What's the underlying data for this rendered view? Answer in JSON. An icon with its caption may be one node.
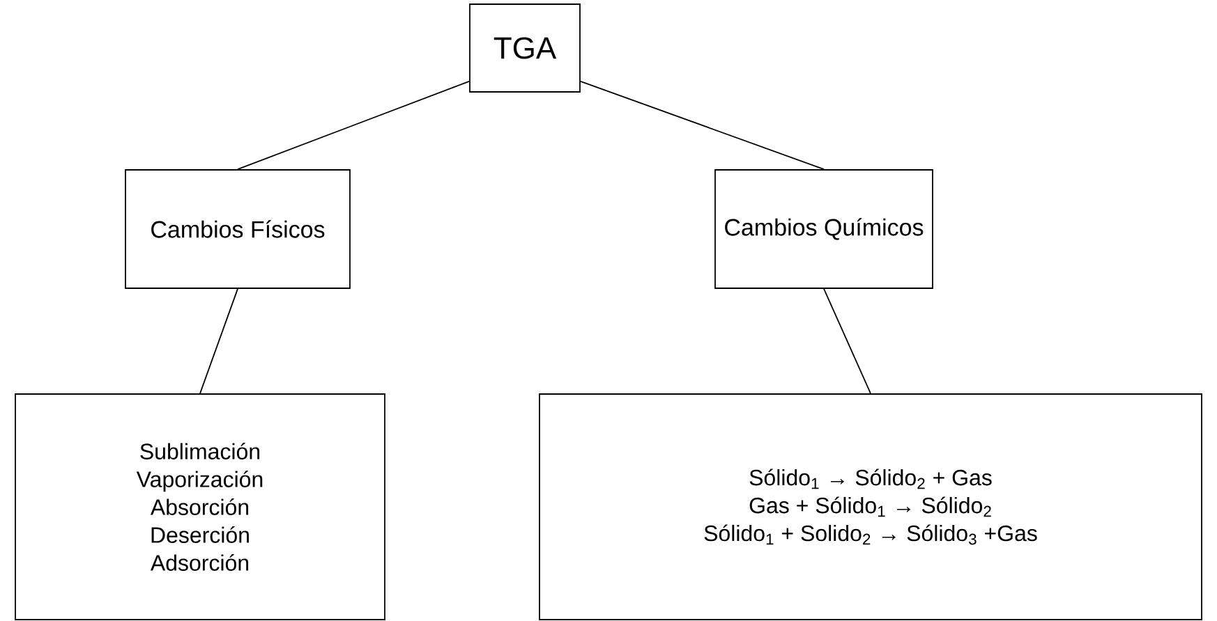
{
  "diagram": {
    "nodes": [
      {
        "text": [
          "TGA"
        ]
      },
      {
        "text": [
          "Cambios Físicos"
        ]
      },
      {
        "text": [
          "Cambios Químicos"
        ]
      },
      {
        "text": [
          "Sublimación",
          "Vaporización",
          "Absorción",
          "Deserción",
          "Adsorción"
        ]
      },
      {
        "text": [
          "Sólido$_{1}$ → Sólido$_{2}$ + Gas",
          "Gas + Sólido$_{1}$ → Sólido$_{2}$",
          "Sólido$_{1}$ + Solido$_{2}$ → Sólido$_{3}$ +Gas"
        ]
      }
    ],
    "edges": [
      {
        "from": 0,
        "to": 1,
        "arrow": "none"
      },
      {
        "from": 0,
        "to": 2,
        "arrow": "none"
      },
      {
        "from": 1,
        "to": 3,
        "arrow": "none"
      },
      {
        "from": 2,
        "to": 4,
        "arrow": "none"
      }
    ]
  }
}
